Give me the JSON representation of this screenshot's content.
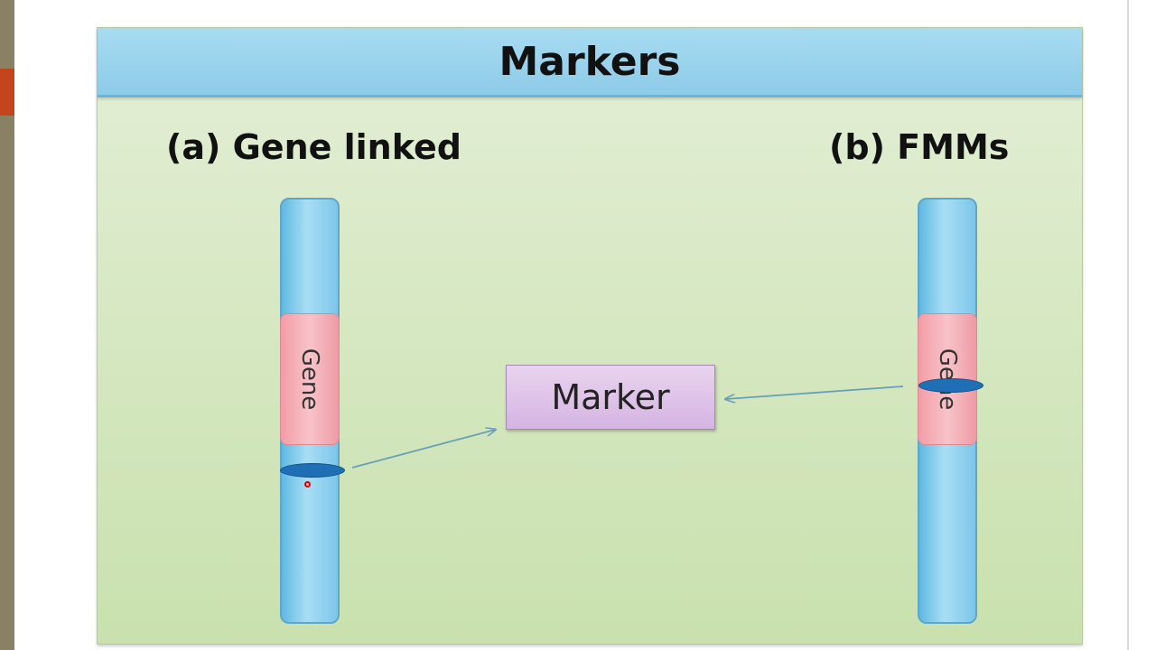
{
  "slide": {
    "title": "Markers",
    "left_panel": {
      "heading": "(a) Gene linked",
      "gene_label": "Gene"
    },
    "right_panel": {
      "heading": "(b) FMMs",
      "gene_label": "Gene"
    },
    "center_box": {
      "label": "Marker"
    }
  },
  "colors": {
    "header": "#8dcbe8",
    "background": "#d3e6bd",
    "chromosome": "#7cc6ea",
    "gene": "#f39ca6",
    "marker_band": "#1e6fb5",
    "marker_box": "#d5b4e2",
    "arrow": "#6a9fb8"
  }
}
